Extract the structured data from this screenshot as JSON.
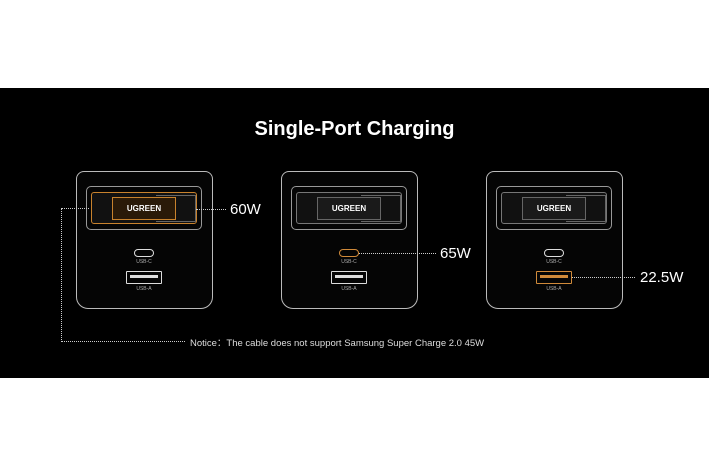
{
  "title": "Single-Port Charging",
  "chargers": [
    {
      "brand": "UGREEN",
      "usb_c_label": "USB-C",
      "usb_a_label": "USB-A",
      "active_port": "plug",
      "power": "60W"
    },
    {
      "brand": "UGREEN",
      "usb_c_label": "USB-C",
      "usb_a_label": "USB-A",
      "active_port": "usb-c",
      "power": "65W"
    },
    {
      "brand": "UGREEN",
      "usb_c_label": "USB-C",
      "usb_a_label": "USB-A",
      "active_port": "usb-a",
      "power": "22.5W"
    }
  ],
  "notice": "Notice：The cable does not support Samsung Super Charge 2.0 45W",
  "colors": {
    "background": "#000000",
    "accent": "#c8822d"
  }
}
